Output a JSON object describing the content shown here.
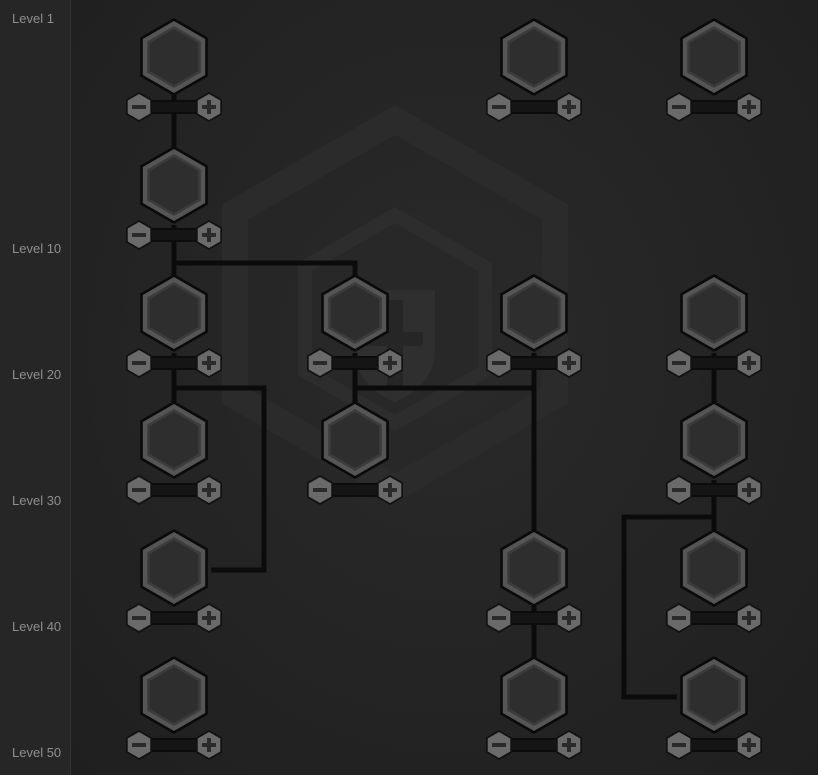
{
  "levels": [
    "Level 1",
    "Level 10",
    "Level 20",
    "Level 30",
    "Level 40",
    "Level 50"
  ],
  "icons": {
    "decrease": "minus-icon",
    "increase": "plus-icon",
    "background": "shield-sword-emblem-icon"
  },
  "colors": {
    "hex_frame": "#555555",
    "hex_fill": "#2e2e2e",
    "hex_outline": "#0a0a0a",
    "button_fill": "#6a6a6a",
    "connector": "#0b0b0b"
  },
  "nodes": [
    {
      "id": "r1c1"
    },
    {
      "id": "r1c3"
    },
    {
      "id": "r1c4"
    },
    {
      "id": "r2c1"
    },
    {
      "id": "r3c1"
    },
    {
      "id": "r3c2"
    },
    {
      "id": "r3c3"
    },
    {
      "id": "r3c4"
    },
    {
      "id": "r4c1"
    },
    {
      "id": "r4c2"
    },
    {
      "id": "r4c4"
    },
    {
      "id": "r5c1"
    },
    {
      "id": "r5c3"
    },
    {
      "id": "r5c4"
    },
    {
      "id": "r6c1"
    },
    {
      "id": "r6c3"
    },
    {
      "id": "r6c4"
    }
  ]
}
